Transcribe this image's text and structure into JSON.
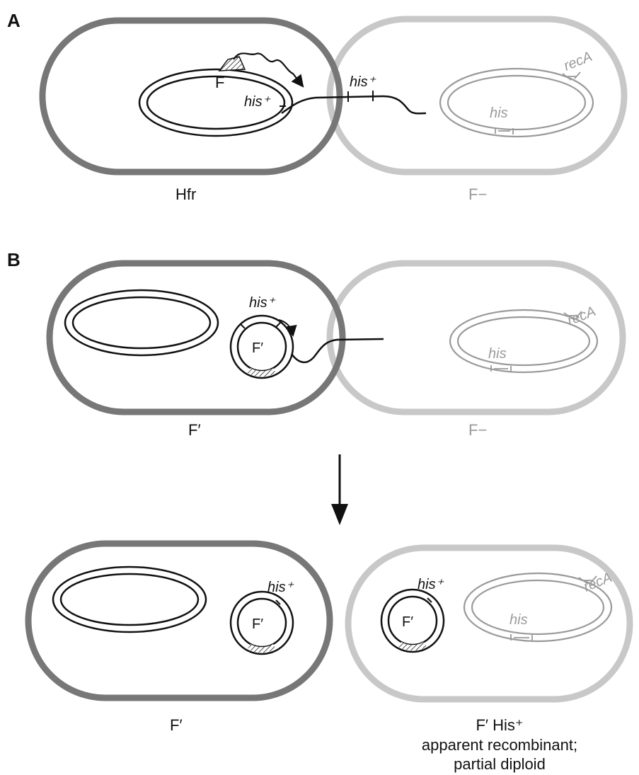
{
  "panelA": {
    "letter": "A",
    "donor_label": "Hfr",
    "recipient_label": "F−",
    "f_label": "F",
    "his_plus_chrom": "his⁺",
    "his_plus_transfer": "his⁺",
    "his_recipient": "his",
    "reca": "recA"
  },
  "panelB": {
    "letter": "B",
    "donor_label": "F′",
    "recipient_label": "F−",
    "fprime_label": "F′",
    "his_plus": "his⁺",
    "his_recipient": "his",
    "reca": "recA"
  },
  "panelC": {
    "left_label": "F′",
    "left_fprime": "F′",
    "left_his_plus": "his⁺",
    "right_label_line1": "F′ His⁺",
    "right_label_line2": "apparent recombinant;",
    "right_label_line3": "partial diploid",
    "right_fprime": "F′",
    "right_his_plus": "his⁺",
    "his_recipient": "his",
    "reca": "recA"
  },
  "colors": {
    "donor_cell": "#777777",
    "recipient_cell": "#c8c8c8",
    "dna": "#111111",
    "recipient_dna": "#9a9a9a"
  }
}
